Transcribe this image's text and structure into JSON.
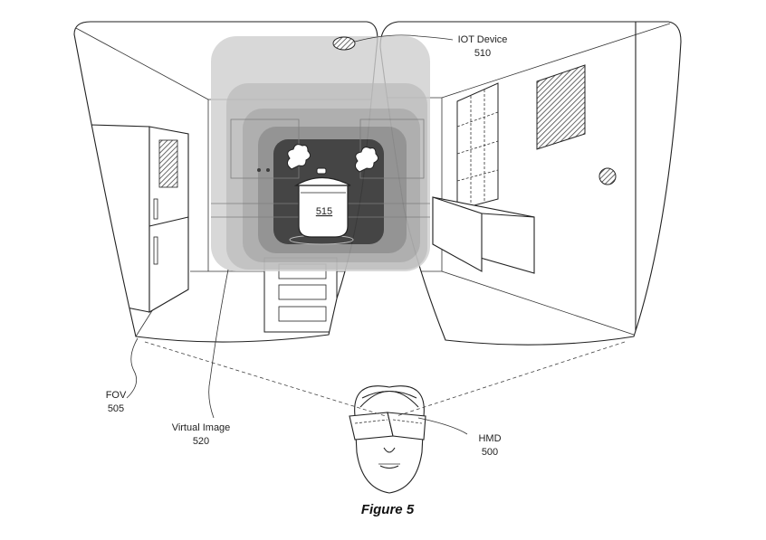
{
  "labels": {
    "iot_device": {
      "name": "IOT Device",
      "ref": "510"
    },
    "fov": {
      "name": "FOV",
      "ref": "505"
    },
    "virtual_image": {
      "name": "Virtual Image",
      "ref": "520"
    },
    "hmd": {
      "name": "HMD",
      "ref": "500"
    },
    "object": {
      "ref": "515"
    }
  },
  "caption": "Figure 5"
}
